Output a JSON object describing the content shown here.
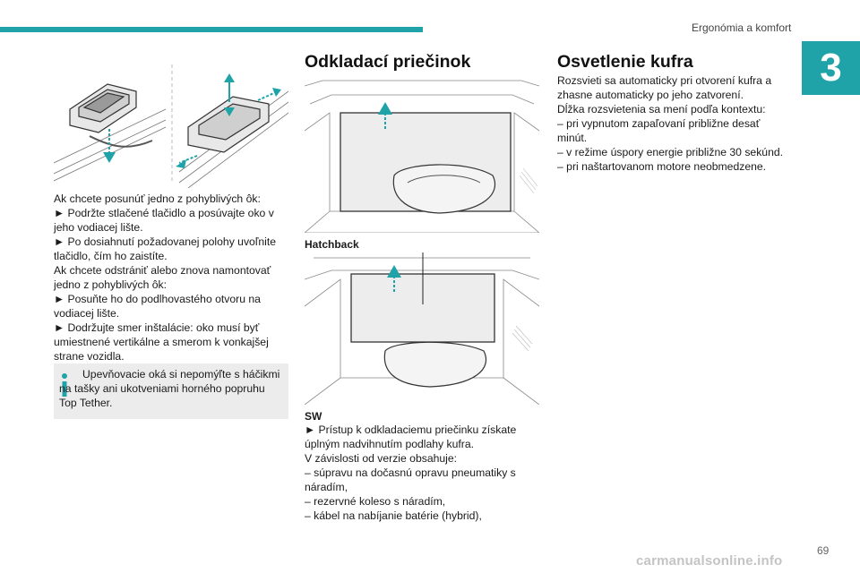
{
  "header": {
    "section_title": "Ergonómia a komfort",
    "chapter_number": "3"
  },
  "left_column": {
    "paragraphs": [
      "Ak chcete posunúť jedno z pohyblivých ôk:",
      "► Podržte stlačené tlačidlo a posúvajte oko v jeho vodiacej lište.",
      "► Po dosiahnutí požadovanej polohy uvoľnite tlačidlo, čím ho zaistíte.",
      "Ak chcete odstrániť alebo znova namontovať jedno z pohyblivých ôk:",
      "► Posuňte ho do podlhovastého otvoru na vodiacej lište.",
      "► Dodržujte smer inštalácie: oko musí byť umiestnené vertikálne a smerom k vonkajšej strane vozidla."
    ],
    "info_box_text": "Upevňovacie oká si nepomýľte s háčikmi na tašky ani ukotveniami horného popruhu Top Tether."
  },
  "middle_column": {
    "heading": "Odkladací priečinok",
    "caption_hatchback": "Hatchback",
    "caption_sw": "SW",
    "paragraphs": [
      "► Prístup k odkladaciemu priečinku získate úplným nadvihnutím podlahy kufra.",
      "V závislosti od verzie obsahuje:",
      "– súpravu na dočasnú opravu pneumatiky s náradím,",
      "– rezervné koleso s náradím,",
      "– kábel na nabíjanie batérie (hybrid),"
    ]
  },
  "right_column": {
    "heading": "Osvetlenie kufra",
    "paragraphs": [
      "Rozsvieti sa automaticky pri otvorení kufra a zhasne automaticky po jeho zatvorení.",
      "Dĺžka rozsvietenia sa mení podľa kontextu:",
      "– pri vypnutom zapaľovaní približne desať minút.",
      "– v režime úspory energie približne 30 sekúnd.",
      "– pri naštartovanom motore neobmedzene."
    ]
  },
  "footer": {
    "page_number": "69",
    "watermark": "carmanualsonline.info"
  },
  "colors": {
    "accent": "#1fa3a8",
    "info_box_bg": "#ececec"
  }
}
